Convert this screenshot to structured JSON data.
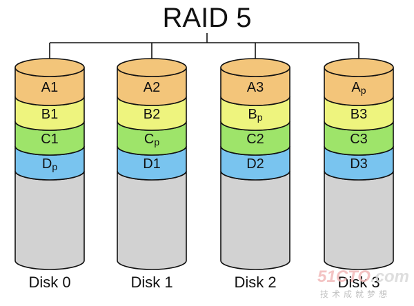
{
  "title": "RAID 5",
  "colors": {
    "row_a": "#f3c57a",
    "row_b": "#eef47e",
    "row_c": "#9ee46a",
    "row_d": "#79c4ef",
    "empty": "#d2d2d2",
    "stroke": "#111111"
  },
  "disks": [
    {
      "label": "Disk 0",
      "blocks": [
        {
          "main": "A",
          "sub": "1",
          "parity": false
        },
        {
          "main": "B",
          "sub": "1",
          "parity": false
        },
        {
          "main": "C",
          "sub": "1",
          "parity": false
        },
        {
          "main": "D",
          "sub": "p",
          "parity": true
        }
      ]
    },
    {
      "label": "Disk 1",
      "blocks": [
        {
          "main": "A",
          "sub": "2",
          "parity": false
        },
        {
          "main": "B",
          "sub": "2",
          "parity": false
        },
        {
          "main": "C",
          "sub": "p",
          "parity": true
        },
        {
          "main": "D",
          "sub": "1",
          "parity": false
        }
      ]
    },
    {
      "label": "Disk 2",
      "blocks": [
        {
          "main": "A",
          "sub": "3",
          "parity": false
        },
        {
          "main": "B",
          "sub": "p",
          "parity": true
        },
        {
          "main": "C",
          "sub": "2",
          "parity": false
        },
        {
          "main": "D",
          "sub": "2",
          "parity": false
        }
      ]
    },
    {
      "label": "Disk 3",
      "blocks": [
        {
          "main": "A",
          "sub": "p",
          "parity": true
        },
        {
          "main": "B",
          "sub": "3",
          "parity": false
        },
        {
          "main": "C",
          "sub": "3",
          "parity": false
        },
        {
          "main": "D",
          "sub": "3",
          "parity": false
        }
      ]
    }
  ],
  "watermark": {
    "main_red": "51CTO",
    "main_gray": ".com",
    "sub": "技术成就梦想"
  }
}
